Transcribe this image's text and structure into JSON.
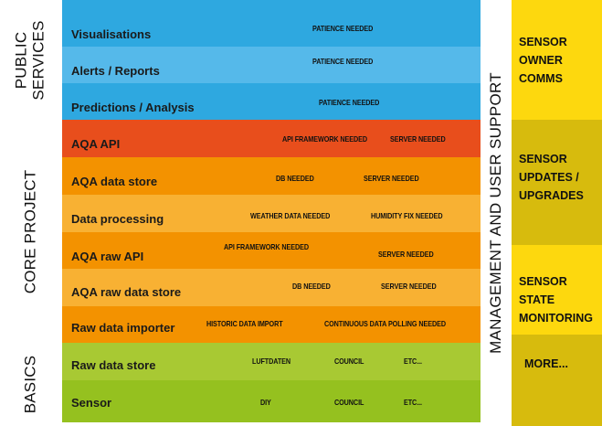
{
  "groups": {
    "public_services": "PUBLIC\nSERVICES",
    "core_project": "CORE PROJECT",
    "basics": "BASICS"
  },
  "side_label": "MANAGEMENT AND USER SUPPORT",
  "colors": {
    "blue_dark": "#2ea8e0",
    "blue_light": "#55b9ea",
    "red_orange": "#e84e1c",
    "orange": "#f39200",
    "orange_light": "#f8b133",
    "green_light": "#a8c933",
    "green": "#95c11f",
    "yellow": "#fdd80e",
    "yellow_dark": "#d7bb0d"
  },
  "rows": [
    {
      "name": "Visualisations",
      "tags": [
        "PATIENCE NEEDED"
      ]
    },
    {
      "name": "Alerts / Reports",
      "tags": [
        "PATIENCE NEEDED"
      ]
    },
    {
      "name": "Predictions / Analysis",
      "tags": [
        "PATIENCE NEEDED"
      ]
    },
    {
      "name": "AQA API",
      "tags": [
        "API FRAMEWORK NEEDED",
        "SERVER NEEDED"
      ]
    },
    {
      "name": "AQA data store",
      "tags": [
        "DB NEEDED",
        "SERVER NEEDED"
      ]
    },
    {
      "name": "Data processing",
      "tags": [
        "WEATHER DATA NEEDED",
        "HUMIDITY FIX NEEDED"
      ]
    },
    {
      "name": "AQA raw API",
      "tags": [
        "API FRAMEWORK NEEDED",
        "SERVER NEEDED"
      ]
    },
    {
      "name": "AQA raw data store",
      "tags": [
        "DB NEEDED",
        "SERVER NEEDED"
      ]
    },
    {
      "name": "Raw data importer",
      "tags": [
        "HISTORIC DATA IMPORT",
        "CONTINUOUS DATA POLLING NEEDED"
      ]
    },
    {
      "name": "Raw data store",
      "tags": [
        "LUFTDATEN",
        "COUNCIL",
        "ETC..."
      ]
    },
    {
      "name": "Sensor",
      "tags": [
        "DIY",
        "COUNCIL",
        "ETC..."
      ]
    }
  ],
  "management": [
    {
      "label": "SENSOR\nOWNER\nCOMMS"
    },
    {
      "label": "SENSOR\nUPDATES /\nUPGRADES"
    },
    {
      "label": "SENSOR\nSTATE\nMONITORING"
    },
    {
      "label": "MORE..."
    }
  ]
}
